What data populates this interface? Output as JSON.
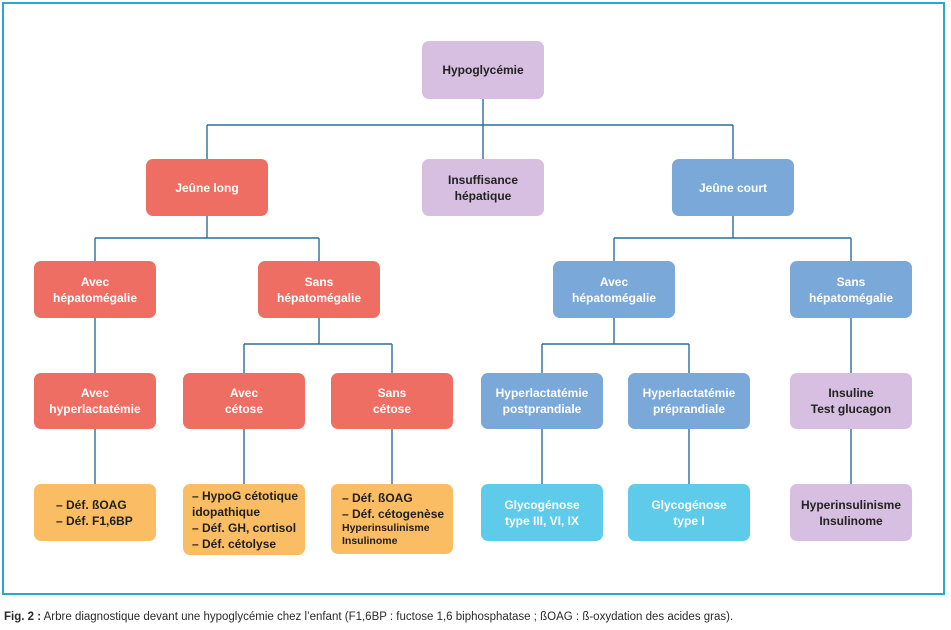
{
  "colors": {
    "frame": "#29a8cc",
    "connector": "#2b6f98",
    "purple": "#d6bfe0",
    "red": "#ef6e63",
    "blue": "#7aa8d9",
    "orange": "#fbbd63",
    "cyan": "#5fcbeb"
  },
  "nodes": {
    "root": "Hypoglycémie",
    "jeune_long": "Jeûne long",
    "insuffisance": [
      "Insuffisance",
      "hépatique"
    ],
    "jeune_court": "Jeûne court",
    "long_avec_hepato": [
      "Avec",
      "hépatomégalie"
    ],
    "long_sans_hepato": [
      "Sans",
      "hépatomégalie"
    ],
    "court_avec_hepato": [
      "Avec",
      "hépatomégalie"
    ],
    "court_sans_hepato": [
      "Sans",
      "hépatomégalie"
    ],
    "avec_hyperlactatemie": [
      "Avec",
      "hyperlactatémie"
    ],
    "avec_cetose": [
      "Avec",
      "cétose"
    ],
    "sans_cetose": [
      "Sans",
      "cétose"
    ],
    "hyperlact_postprandiale": [
      "Hyperlactatémie",
      "postprandiale"
    ],
    "hyperlact_preprandiale": [
      "Hyperlactatémie",
      "préprandiale"
    ],
    "insuline_test": [
      "Insuline",
      "Test glucagon"
    ],
    "leaf_deficits_boag": [
      "– Déf. ßOAG",
      "– Déf. F1,6BP"
    ],
    "leaf_hypog_cetotique": [
      "– HypoG cétotique",
      "idopathique",
      "– Déf. GH, cortisol",
      "– Déf. cétolyse"
    ],
    "leaf_sans_cetose": [
      "– Déf. ßOAG",
      "– Déf. cétogenèse",
      "Hyperinsulinisme",
      "Insulinome"
    ],
    "leaf_glyco_3_6_9": [
      "Glycogénose",
      "type III, VI, IX"
    ],
    "leaf_glyco_1": [
      "Glycogénose",
      "type I"
    ],
    "leaf_hyperinsulinisme": [
      "Hyperinsulinisme",
      "Insulinome"
    ]
  },
  "caption": {
    "label": "Fig. 2 :",
    "text": " Arbre diagnostique devant une hypoglycémie chez l’enfant (F1,6BP : fuctose 1,6 biphosphatase ; ßOAG : ß-oxydation des acides gras)."
  }
}
